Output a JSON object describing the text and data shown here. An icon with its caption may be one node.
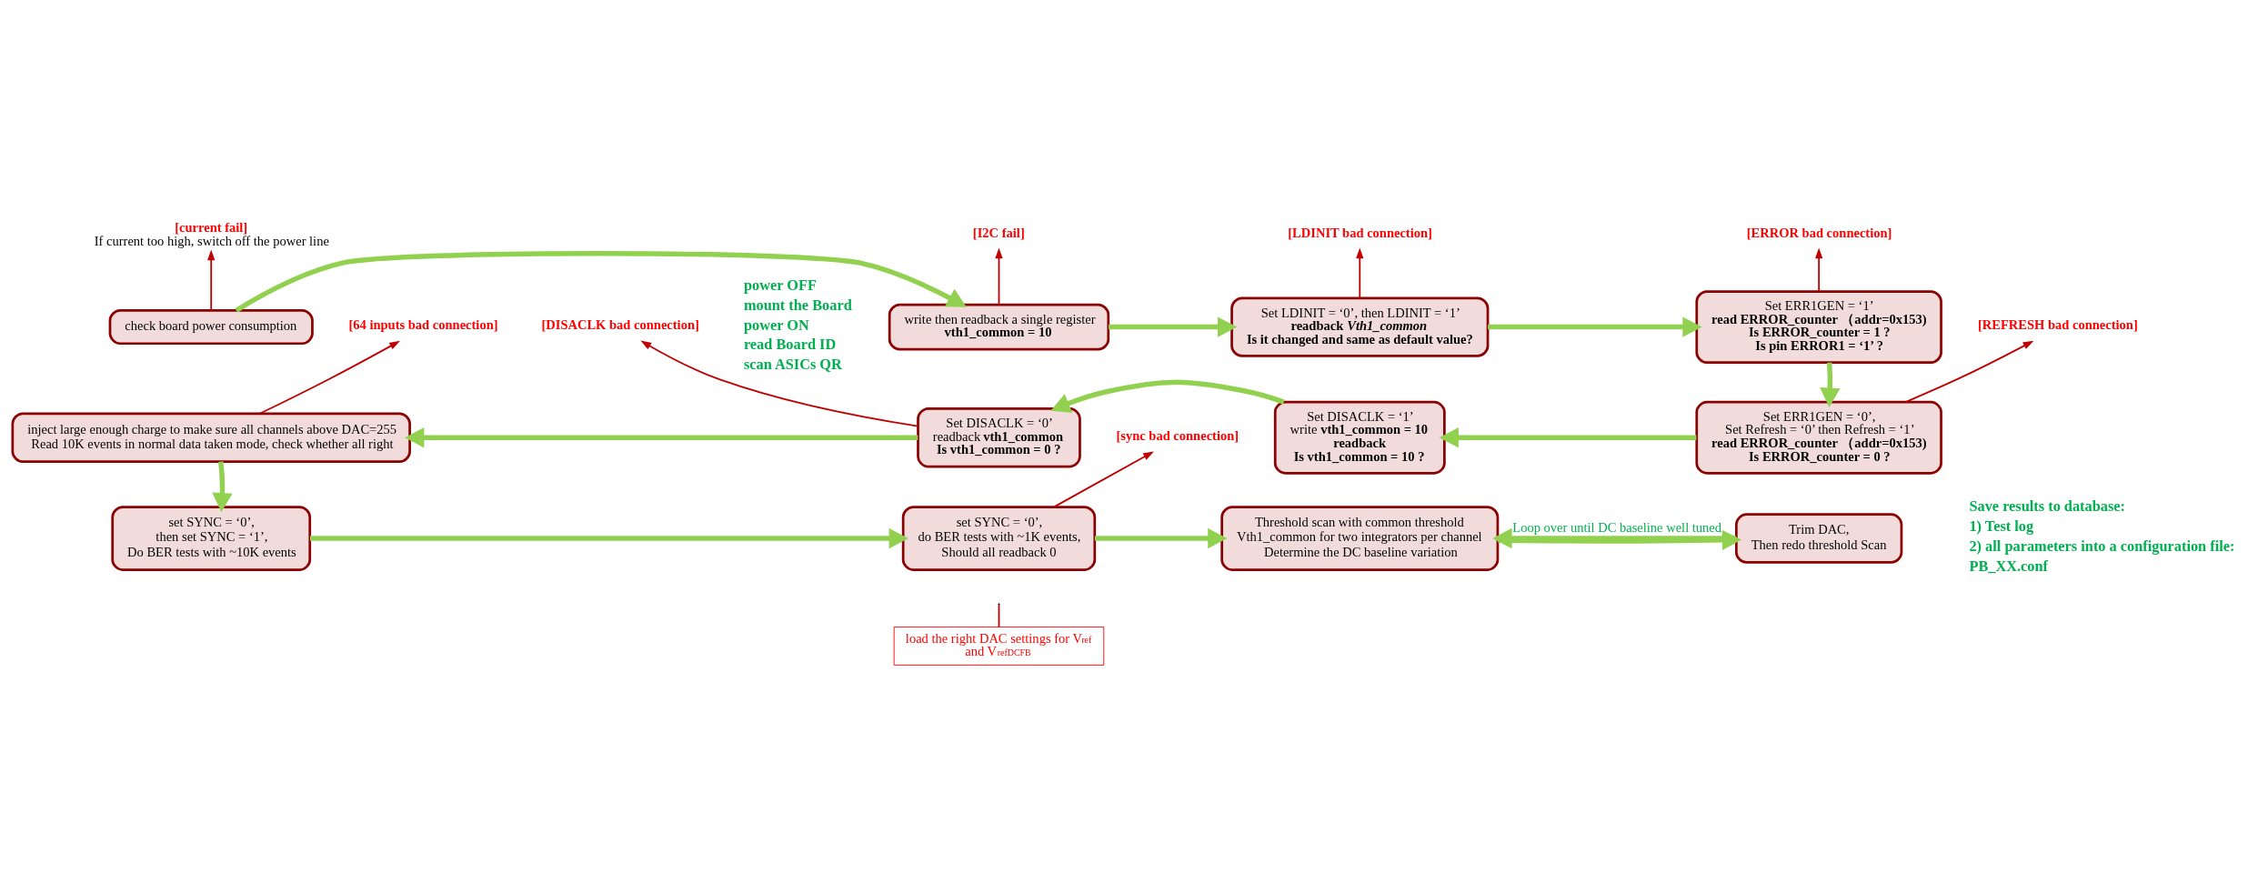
{
  "diagram": {
    "nodes": [
      {
        "text": [
          "check board power consumption"
        ]
      },
      {
        "text": [
          "write then readback a single register",
          "vth1_common = 10"
        ]
      },
      {
        "text": [
          "Set LDINIT = ‘0’, then LDINIT = ‘1’",
          "readback *Vth1_common*",
          "Is it changed and same as default value?"
        ]
      },
      {
        "text": [
          "Set ERR1GEN = ‘1’",
          "read ERROR_counter （addr=0x153)",
          "Is ERROR_counter = 1 ?",
          "Is pin ERROR1 = ‘1’ ?"
        ]
      },
      {
        "text": [
          "Set ERR1GEN = ‘0’,",
          "Set Refresh = ‘0’ then Refresh = ‘1’",
          "read ERROR_counter （addr=0x153)",
          "Is ERROR_counter = 0 ?"
        ]
      },
      {
        "text": [
          "Set DISACLK = ‘1’",
          "write **vth1_common = 10**",
          "readback",
          "Is vth1_common = 10 ?"
        ]
      },
      {
        "text": [
          "Set DISACLK = ‘0’",
          "readback **vth1_common**",
          "Is vth1_common = 0 ?"
        ]
      },
      {
        "text": [
          "inject large enough charge to make sure all channels above DAC=255",
          "Read 10K events in normal data taken mode, check whether all right"
        ]
      },
      {
        "text": [
          "set SYNC = ‘0’,",
          "then set SYNC = ‘1’,",
          "Do BER tests with ~10K events"
        ]
      },
      {
        "text": [
          "set SYNC = ‘0’,",
          "do BER tests with ~1K events,",
          "Should all readback 0"
        ]
      },
      {
        "text": [
          "Threshold scan with common threshold",
          "Vth1_common for two integrators per channel",
          "Determine the DC baseline variation"
        ]
      },
      {
        "text": [
          "Trim DAC,",
          "Then redo threshold Scan"
        ]
      },
      {
        "text": [
          "[current fail]",
          "If current too high, switch off the power line"
        ]
      },
      {
        "text": [
          "[I2C fail]"
        ]
      },
      {
        "text": [
          "[LDINIT bad connection]"
        ]
      },
      {
        "text": [
          "[ERROR bad connection]"
        ]
      },
      {
        "text": [
          "[REFRESH bad connection]"
        ]
      },
      {
        "text": [
          "[DISACLK bad connection]"
        ]
      },
      {
        "text": [
          "[64 inputs bad connection]"
        ]
      },
      {
        "text": [
          "[sync bad connection]"
        ]
      },
      {
        "text": [
          "load the right DAC settings for V$_{ref}$ and V$_{refDCFB}$"
        ]
      }
    ],
    "edges": [
      {
        "from": 0,
        "to": 1,
        "arrow": "to"
      },
      {
        "from": 1,
        "to": 2,
        "arrow": "to"
      },
      {
        "from": 2,
        "to": 3,
        "arrow": "to"
      },
      {
        "from": 3,
        "to": 4,
        "arrow": "to"
      },
      {
        "from": 4,
        "to": 5,
        "arrow": "to"
      },
      {
        "from": 5,
        "to": 6,
        "arrow": "to"
      },
      {
        "from": 6,
        "to": 7,
        "arrow": "to"
      },
      {
        "from": 7,
        "to": 8,
        "arrow": "to"
      },
      {
        "from": 8,
        "to": 9,
        "arrow": "to"
      },
      {
        "from": 9,
        "to": 10,
        "arrow": "to"
      },
      {
        "from": 10,
        "to": 11,
        "arrow": "to"
      },
      {
        "from": 11,
        "to": 10,
        "arrow": "to",
        "label": "Loop over until DC baseline well tuned"
      },
      {
        "from": 0,
        "to": 12,
        "arrow": "to",
        "color": "#c00000"
      },
      {
        "from": 1,
        "to": 13,
        "arrow": "to",
        "color": "#c00000"
      },
      {
        "from": 2,
        "to": 14,
        "arrow": "to",
        "color": "#c00000"
      },
      {
        "from": 3,
        "to": 15,
        "arrow": "to",
        "color": "#c00000"
      },
      {
        "from": 4,
        "to": 16,
        "arrow": "to",
        "color": "#c00000"
      },
      {
        "from": 6,
        "to": 17,
        "arrow": "to",
        "color": "#c00000"
      },
      {
        "from": 7,
        "to": 18,
        "arrow": "to",
        "color": "#c00000"
      },
      {
        "from": 9,
        "to": 19,
        "arrow": "to",
        "color": "#c00000"
      },
      {
        "from": 20,
        "to": null,
        "arrow": "none",
        "color": "#c00000"
      }
    ],
    "labels": [
      "power OFF",
      "mount the Board",
      "power ON",
      "read Board ID",
      "scan ASICs QR",
      "Save results to database:",
      "1) Test log",
      "2) all parameters into a configuration file:",
      "PB_XX.conf"
    ]
  }
}
